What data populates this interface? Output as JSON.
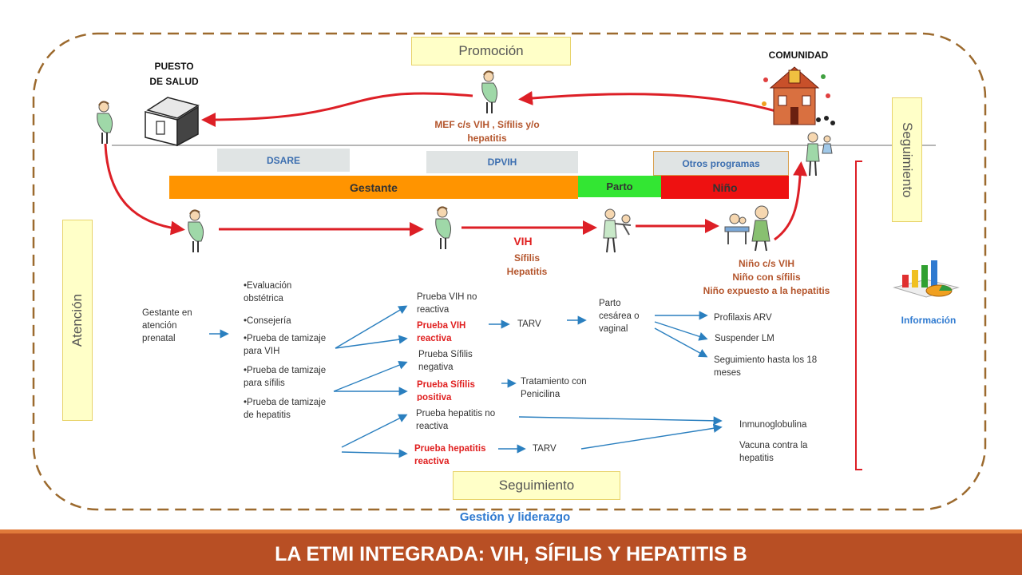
{
  "top": {
    "promocion": "Promoción",
    "puesto_line1": "PUESTO",
    "puesto_line2": "DE SALUD",
    "comunidad": "COMUNIDAD",
    "mef": "MEF c/s VIH , Sífilis y/o hepatitis"
  },
  "programs": {
    "dsare": "DSARE",
    "dpvih": "DPVIH",
    "otros": "Otros programas"
  },
  "bars": {
    "gestante": "Gestante",
    "parto": "Parto",
    "nino": "Niño"
  },
  "side": {
    "atencion": "Atención",
    "seguimiento_vertical": "Seguimiento",
    "informacion": "Información"
  },
  "infections": {
    "vih": "VIH",
    "sifilis": "Sífilis",
    "hepatitis": "Hepatitis"
  },
  "child_outcomes": {
    "line1": "Niño c/s VIH",
    "line2": "Niño con sífilis",
    "line3": "Niño expuesto a la hepatitis"
  },
  "flow": {
    "gestante_atencion": "Gestante en atención prenatal",
    "bullets": [
      "•Evaluación obstétrica",
      "•Consejería",
      "•Prueba de tamizaje para VIH",
      "•Prueba de tamizaje para sífilis",
      "•Prueba de tamizaje de hepatitis"
    ],
    "vih_no_reactiva": "Prueba VIH no reactiva",
    "vih_reactiva": "Prueba VIH reactiva",
    "sifilis_negativa": "Prueba Sífilis negativa",
    "sifilis_positiva": "Prueba Sífilis positiva",
    "hep_no_reactiva": "Prueba hepatitis no reactiva",
    "hep_reactiva": "Prueba hepatitis reactiva",
    "tarv1": "TARV",
    "tarv2": "TARV",
    "tratamiento": "Tratamiento con Penicilina",
    "parto": "Parto cesárea o vaginal",
    "profilaxis": "Profilaxis ARV",
    "suspender": "Suspender LM",
    "seguimiento_meses": "Seguimiento hasta los 18 meses",
    "inmunoglobulina": "Inmunoglobulina",
    "vacuna": "Vacuna contra la hepatitis"
  },
  "bottom": {
    "seguimiento": "Seguimiento",
    "gestion": "Gestión y liderazgo",
    "title": "LA ETMI INTEGRADA: VIH, SÍFILIS Y HEPATITIS  B"
  },
  "colors": {
    "gestante_bar": "#ff9400",
    "parto_bar": "#33e633",
    "nino_bar": "#ee1111",
    "arrow_red": "#dd1f26",
    "arrow_blue": "#2a7fbf",
    "footer": "#b84f24",
    "dashed_border": "#9c6a2e"
  }
}
